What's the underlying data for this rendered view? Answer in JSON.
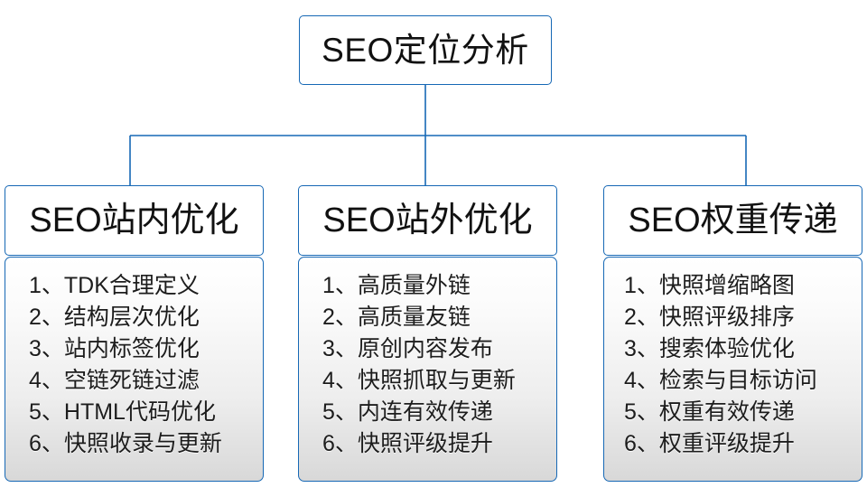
{
  "diagram": {
    "title": "SEO定位分析",
    "accent_color": "#1668b5",
    "text_color": "#111111",
    "root": {
      "label": "SEO定位分析"
    },
    "branches": [
      {
        "header": "SEO站内优化",
        "items": [
          "1、TDK合理定义",
          "2、结构层次优化",
          "3、站内标签优化",
          "4、空链死链过滤",
          "5、HTML代码优化",
          "6、快照收录与更新"
        ]
      },
      {
        "header": "SEO站外优化",
        "items": [
          "1、高质量外链",
          "2、高质量友链",
          "3、原创内容发布",
          "4、快照抓取与更新",
          "5、内连有效传递",
          "6、快照评级提升"
        ]
      },
      {
        "header": "SEO权重传递",
        "items": [
          "1、快照增缩略图",
          "2、快照评级排序",
          "3、搜索体验优化",
          "4、检索与目标访问",
          "5、权重有效传递",
          "6、权重评级提升"
        ]
      }
    ]
  }
}
